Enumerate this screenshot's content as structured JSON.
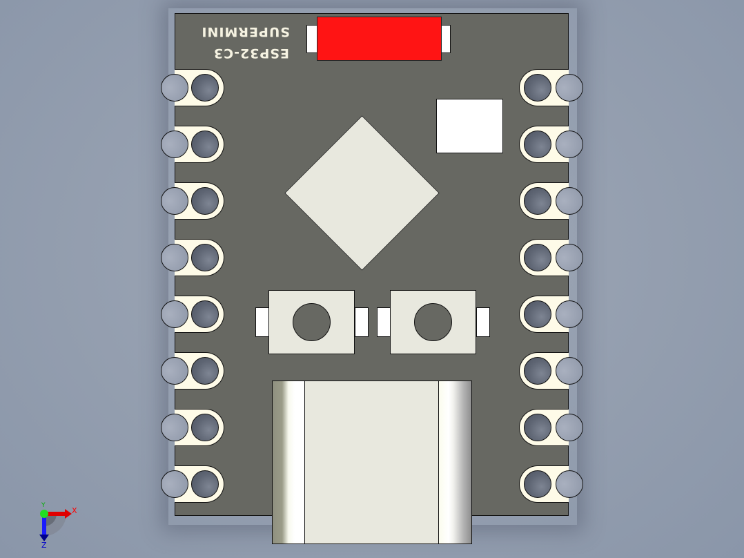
{
  "viewport": {
    "background_color": "#8f9aac",
    "model": "ESP32-C3 SuperMini board, bottom view"
  },
  "board": {
    "pcb_color": "#676862",
    "silkscreen": {
      "line1": "SUPERMINI",
      "line2": "ESP32-C3",
      "orientation": "rotated-180"
    },
    "pads_left_count": 8,
    "pads_right_count": 8,
    "pad_color": "#fefbe8"
  },
  "components": {
    "red_part": {
      "color": "#ff1414",
      "label": "red-smd-component"
    },
    "white_block": {
      "color": "#ffffff"
    },
    "chip": {
      "color": "#e8e8de",
      "shape": "diamond"
    },
    "buttons": [
      {
        "label": "button-1"
      },
      {
        "label": "button-2"
      }
    ],
    "usb_connector": {
      "type": "USB-C"
    }
  },
  "triad": {
    "x_label": "X",
    "y_label": "Y",
    "z_label": "Z",
    "x_color": "#ff0000",
    "y_color": "#00d000",
    "z_color": "#0000cc"
  }
}
